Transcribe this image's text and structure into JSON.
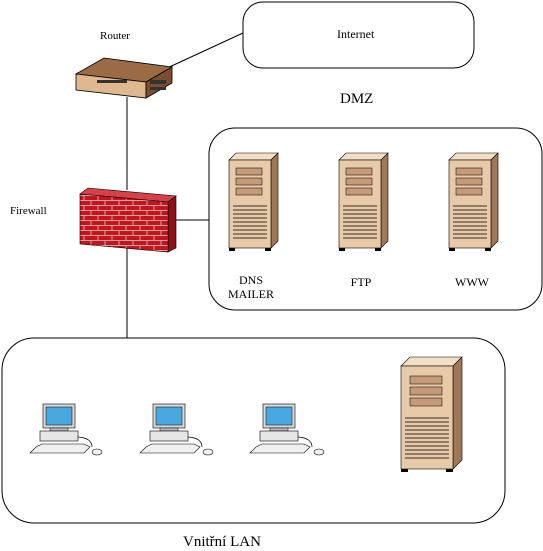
{
  "nodes": {
    "router": "Router",
    "internet": "Internet",
    "firewall": "Firewall",
    "dmz": "DMZ",
    "lan": "Vnitřní LAN"
  },
  "servers": [
    {
      "line1": "DNS",
      "line2": "MAILER"
    },
    {
      "line1": "FTP"
    },
    {
      "line1": "WWW"
    }
  ],
  "colors": {
    "firewall_brick": "#c0161e",
    "server_case": "#e8c9a8",
    "router_case": "#b8865a",
    "monitor_screen": "#4aa8e0"
  }
}
